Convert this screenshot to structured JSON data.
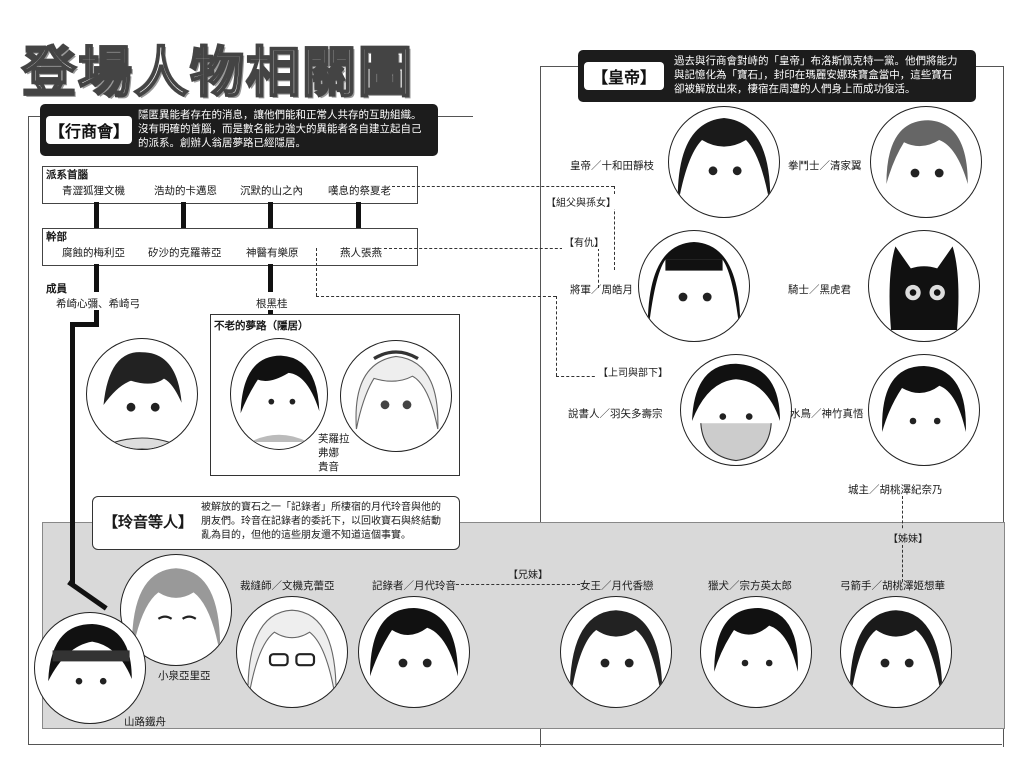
{
  "title": "登場人物相關圖",
  "merchant": {
    "label": "【行商會】",
    "desc": [
      "隱匿異能者存在的消息，讓他們能和正常人共存的互助組織。",
      "沒有明確的首腦，而是數名能力強大的異能者各自建立起自己",
      "的派系。創辦人翁居夢路已經隱居。"
    ],
    "leaders_title": "派系首腦",
    "leaders": [
      "青澀狐狸文機",
      "浩劫的卡邁恩",
      "沉默的山之內",
      "嘆息的祭夏老"
    ],
    "executives_title": "幹部",
    "executives": [
      "腐蝕的梅利亞",
      "矽沙的克羅蒂亞",
      "神醫有樂原",
      "燕人張燕"
    ],
    "members_title": "成員",
    "members": [
      "希崎心彌、希崎弓",
      "根黑桂"
    ],
    "ageless_title": "不老的夢路（隱居）",
    "ageless_name": [
      "芙羅拉",
      "弗娜",
      "貴音"
    ]
  },
  "emperor": {
    "label": "【皇帝】",
    "desc": [
      "過去與行商會對峙的「皇帝」布洛斯佩克特一黨。他們將能力",
      "與記憶化為「寶石」，封印在瑪麗安娜珠寶盒當中，這些寶石",
      "卻被解放出來，棲宿在周遭的人們身上而成功復活。"
    ],
    "members": [
      "皇帝／十和田靜枝",
      "拳鬥士／清家翼",
      "將軍／周皓月",
      "騎士／黑虎君",
      "說書人／羽矢多壽宗",
      "水鳥／神竹真悟",
      "城主／胡桃澤紀奈乃"
    ]
  },
  "reon": {
    "label": "【玲音等人】",
    "desc": [
      "被解放的寶石之一「記錄者」所棲宿的月代玲音與他的",
      "朋友們。玲音在記錄者的委託下，以回收寶石與終結動",
      "亂為目的，但他的這些朋友還不知道這個事實。"
    ],
    "members": [
      "小泉亞里亞",
      "山路鐵舟",
      "裁縫師／文機克蕾亞",
      "記錄者／月代玲音",
      "女王／月代香戀",
      "獵犬／宗方英太郎",
      "弓箭手／胡桃澤姬想華"
    ]
  },
  "relations": {
    "grandparent": "【組父與孫女】",
    "grudge": "【有仇】",
    "boss": "【上司與部下】",
    "siblings": "【兄妹】",
    "sisters": "【姊妹】"
  }
}
